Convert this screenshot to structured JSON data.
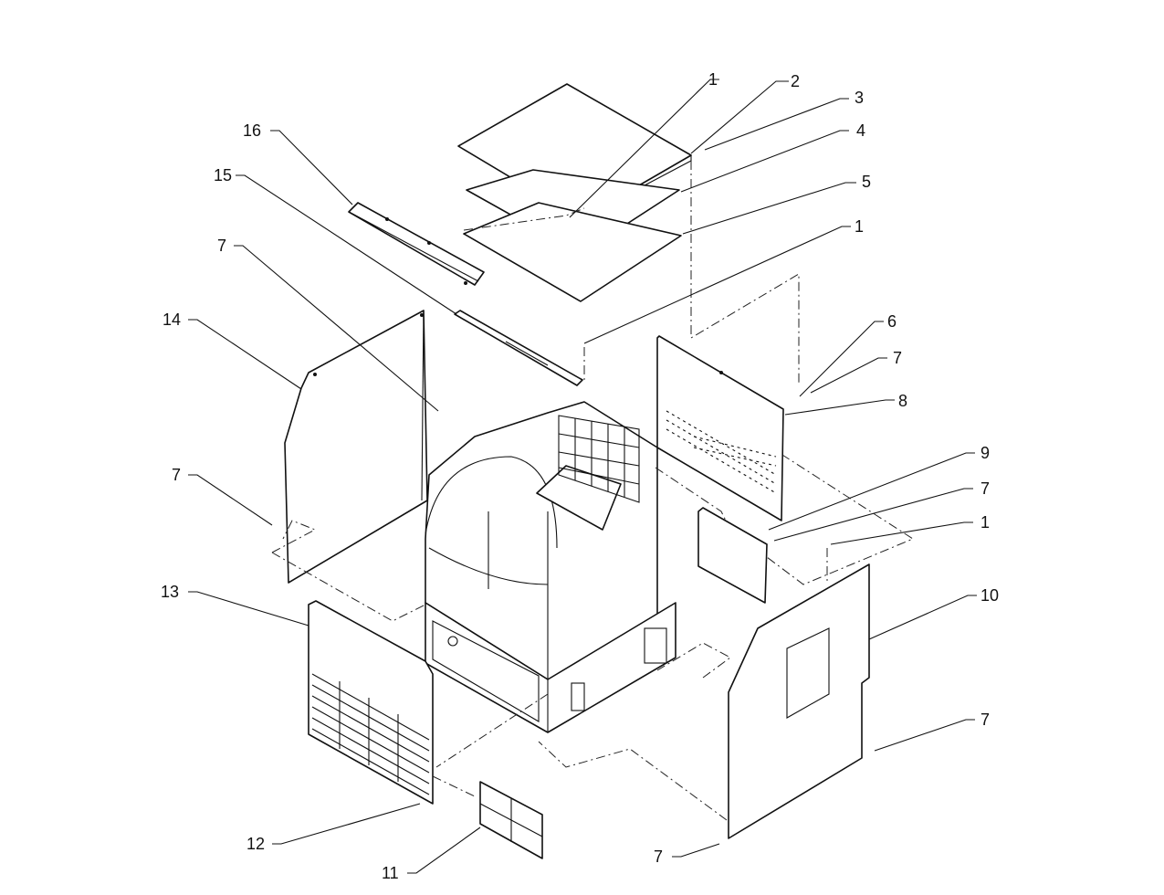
{
  "callouts": [
    {
      "id": "c1a",
      "label": "1"
    },
    {
      "id": "c2",
      "label": "2"
    },
    {
      "id": "c3",
      "label": "3"
    },
    {
      "id": "c4",
      "label": "4"
    },
    {
      "id": "c5",
      "label": "5"
    },
    {
      "id": "c1b",
      "label": "1"
    },
    {
      "id": "c6",
      "label": "6"
    },
    {
      "id": "c7a",
      "label": "7"
    },
    {
      "id": "c8",
      "label": "8"
    },
    {
      "id": "c9",
      "label": "9"
    },
    {
      "id": "c7b",
      "label": "7"
    },
    {
      "id": "c1c",
      "label": "1"
    },
    {
      "id": "c10",
      "label": "10"
    },
    {
      "id": "c7c",
      "label": "7"
    },
    {
      "id": "c7d",
      "label": "7"
    },
    {
      "id": "c11",
      "label": "11"
    },
    {
      "id": "c12",
      "label": "12"
    },
    {
      "id": "c13",
      "label": "13"
    },
    {
      "id": "c7e",
      "label": "7"
    },
    {
      "id": "c14",
      "label": "14"
    },
    {
      "id": "c7f",
      "label": "7"
    },
    {
      "id": "c15",
      "label": "15"
    },
    {
      "id": "c16",
      "label": "16"
    }
  ]
}
